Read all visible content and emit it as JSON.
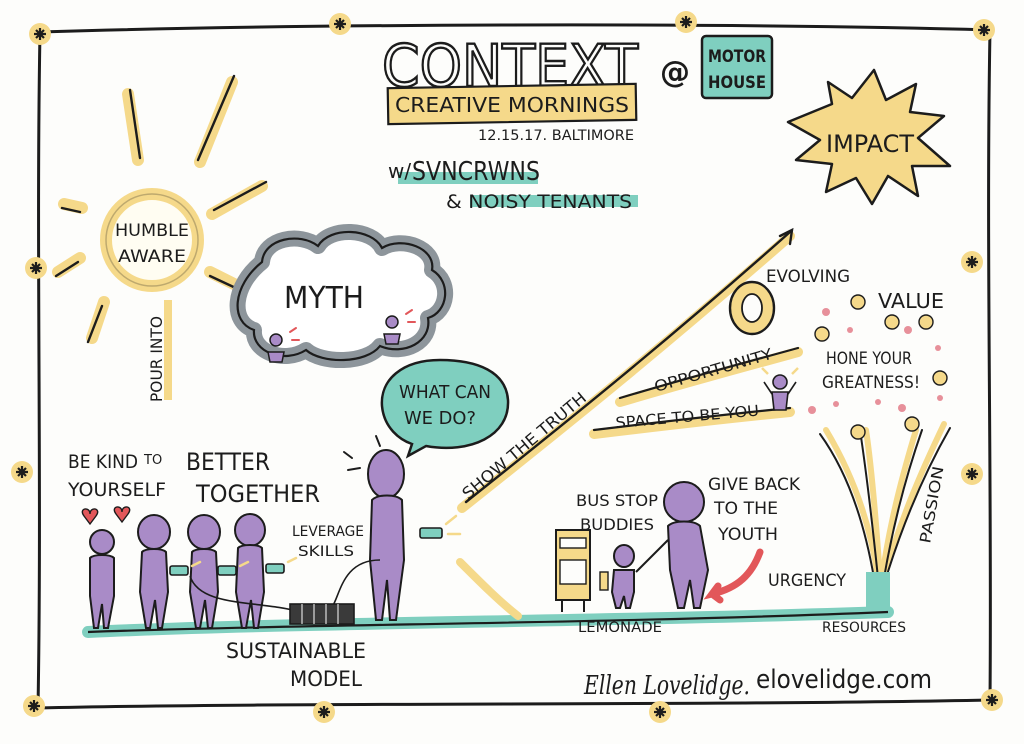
{
  "colors": {
    "ink": "#1c1c1c",
    "yellow": "#f5d98a",
    "teal": "#7fcfbf",
    "purple": "#a98bc7",
    "gray": "#8d959b",
    "pink": "#e7909a",
    "red": "#e2575a"
  },
  "header": {
    "title": "CONTEXT",
    "at": "@",
    "venue_line1": "MOTOR",
    "venue_line2": "HOUSE",
    "event": "CREATIVE MORNINGS",
    "date_place": "12.15.17. BALTIMORE",
    "with_prefix": "w/",
    "with_name": "SVNCRWNS",
    "and_line": "& NOISY TENANTS"
  },
  "sun": {
    "line1": "HUMBLE",
    "line2": "AWARE",
    "pour_into": "POUR INTO"
  },
  "myth": {
    "label": "MYTH"
  },
  "impact": {
    "label": "IMPACT"
  },
  "labels": {
    "what_can_1": "WHAT CAN",
    "what_can_2": "WE DO?",
    "be_kind_1": "BE KIND",
    "be_kind_to": "TO",
    "be_kind_2": "YOURSELF",
    "better_1": "BETTER",
    "better_2": "TOGETHER",
    "leverage_1": "LEVERAGE",
    "leverage_2": "SKILLS",
    "sustainable_1": "SUSTAINABLE",
    "sustainable_2": "MODEL",
    "show_truth": "SHOW THE TRUTH",
    "opportunity": "OPPORTUNITY",
    "space": "SPACE TO BE YOU",
    "evolving": "EVOLVING",
    "value": "VALUE",
    "hone_1": "HONE YOUR",
    "hone_2": "GREATNESS!",
    "passion": "PASSION",
    "bus_1": "BUS STOP",
    "bus_2": "BUDDIES",
    "give_1": "GIVE BACK",
    "give_2": "TO THE",
    "give_3": "YOUTH",
    "urgency": "URGENCY",
    "lemonade": "LEMONADE",
    "resources": "RESOURCES"
  },
  "signature": {
    "name": "Ellen Lovelidge.",
    "site": "elovelidge.com"
  }
}
